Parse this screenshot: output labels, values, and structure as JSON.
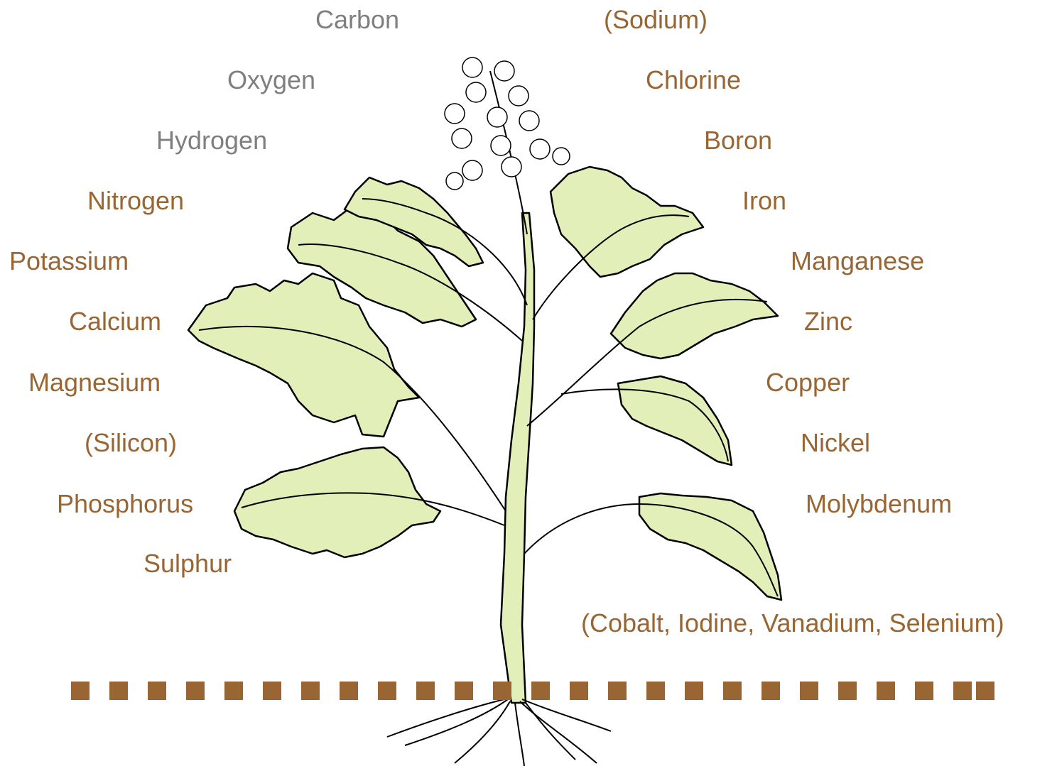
{
  "colors": {
    "label_gray": "#7f7f7f",
    "label_brown": "#996633",
    "leaf_fill": "#e2efb8",
    "outline": "#000000",
    "soil_line": "#996633"
  },
  "labels": {
    "carbon": "Carbon",
    "oxygen": "Oxygen",
    "hydrogen": "Hydrogen",
    "nitrogen": "Nitrogen",
    "potassium": "Potassium",
    "calcium": "Calcium",
    "magnesium": "Magnesium",
    "silicon": "(Silicon)",
    "phosphorus": "Phosphorus",
    "sulphur": "Sulphur",
    "sodium": "(Sodium)",
    "chlorine": "Chlorine",
    "boron": "Boron",
    "iron": "Iron",
    "manganese": "Manganese",
    "zinc": "Zinc",
    "copper": "Copper",
    "nickel": "Nickel",
    "molybdenum": "Molybdenum",
    "others": "(Cobalt, Iodine, Vanadium, Selenium)"
  },
  "illustration": {
    "subject": "plant-with-leaves-flowers-roots-icon",
    "soil_line_style": "dashed-square-dots"
  }
}
